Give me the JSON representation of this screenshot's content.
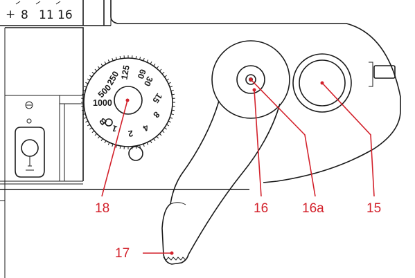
{
  "top_scale": {
    "plus": "+",
    "v1": "8",
    "v2": "11",
    "v3": "16"
  },
  "dial": {
    "values": [
      "1000",
      "500",
      "250",
      "125",
      "60",
      "30",
      "15",
      "8",
      "4",
      "2",
      "1",
      "B"
    ]
  },
  "callouts": {
    "c15": "15",
    "c16": "16",
    "c16a": "16a",
    "c17": "17",
    "c18": "18"
  },
  "colors": {
    "callout": "#d3212b",
    "line": "#1a1a1a",
    "background": "#ffffff"
  }
}
